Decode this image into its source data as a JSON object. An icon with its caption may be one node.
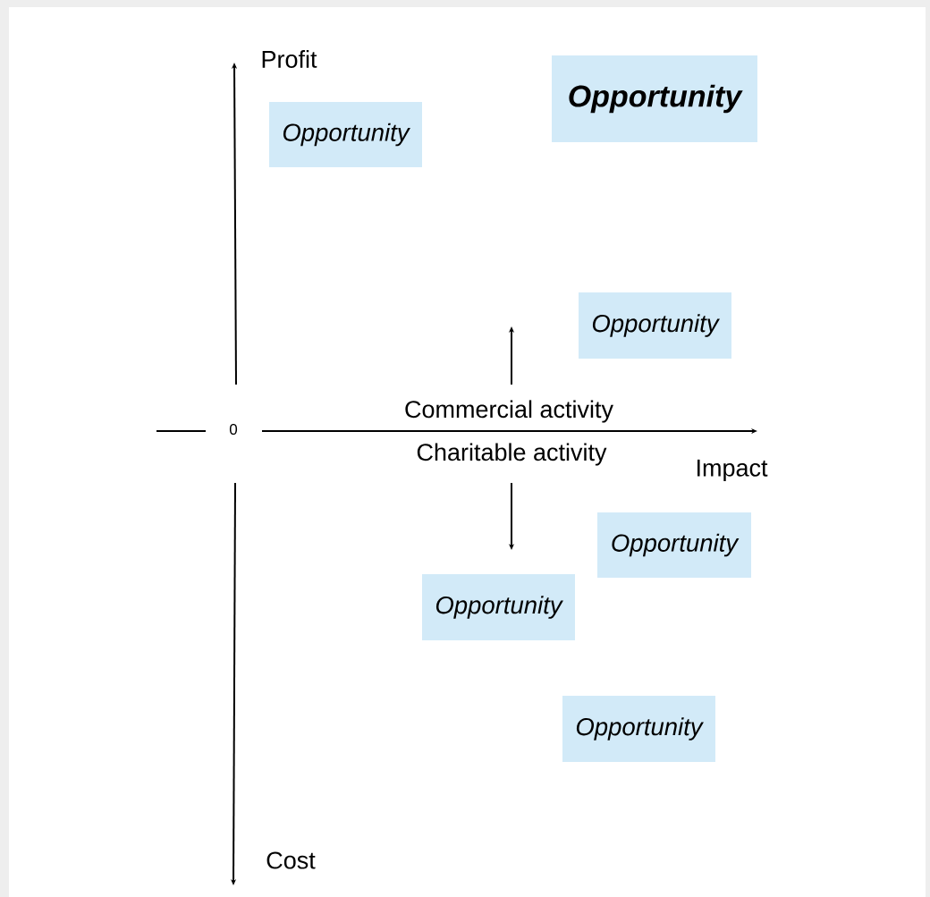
{
  "diagram": {
    "nodes": [
      {
        "text": [
          "Opportunity"
        ]
      },
      {
        "text": [
          "Opportunity"
        ]
      },
      {
        "text": [
          "Opportunity"
        ]
      },
      {
        "text": [
          "Opportunity"
        ]
      },
      {
        "text": [
          "Opportunity"
        ]
      },
      {
        "text": [
          "Opportunity"
        ]
      }
    ],
    "labels": [
      "Profit",
      "0",
      "Commercial activity",
      "Charitable activity",
      "Impact",
      "Cost"
    ]
  }
}
